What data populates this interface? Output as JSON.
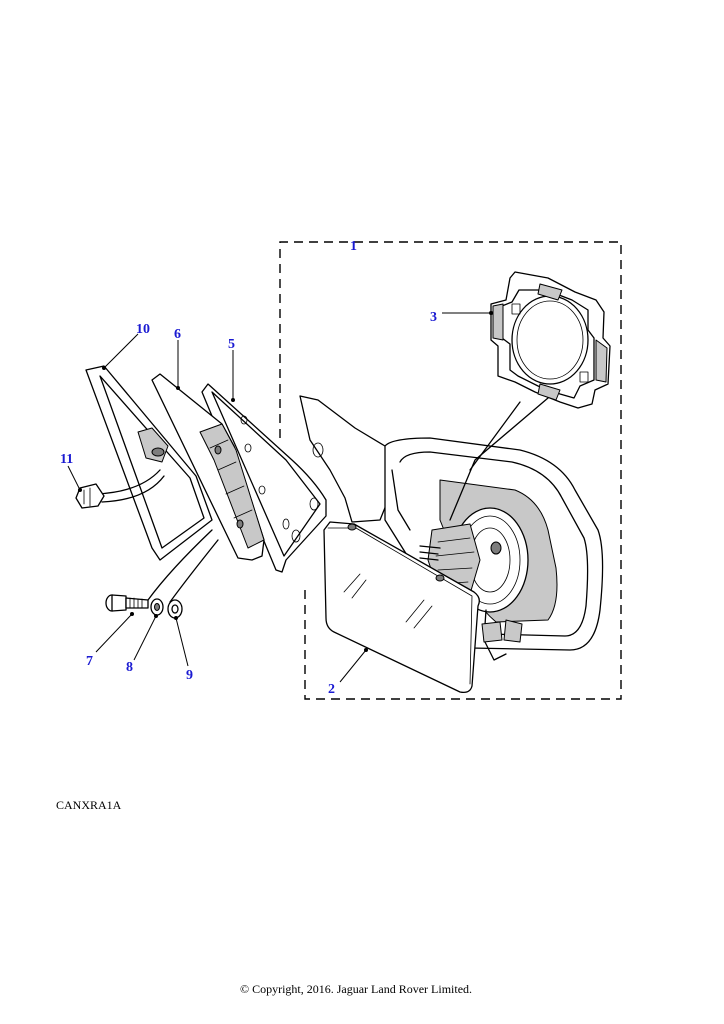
{
  "labels": {
    "l1": "1",
    "l2": "2",
    "l3": "3",
    "l5": "5",
    "l6": "6",
    "l7": "7",
    "l8": "8",
    "l9": "9",
    "l10": "10",
    "l11": "11"
  },
  "code": "CANXRA1A",
  "copyright": "© Copyright, 2016. Jaguar Land Rover Limited.",
  "colors": {
    "callout": "#1a1ad2",
    "line": "#000000"
  }
}
